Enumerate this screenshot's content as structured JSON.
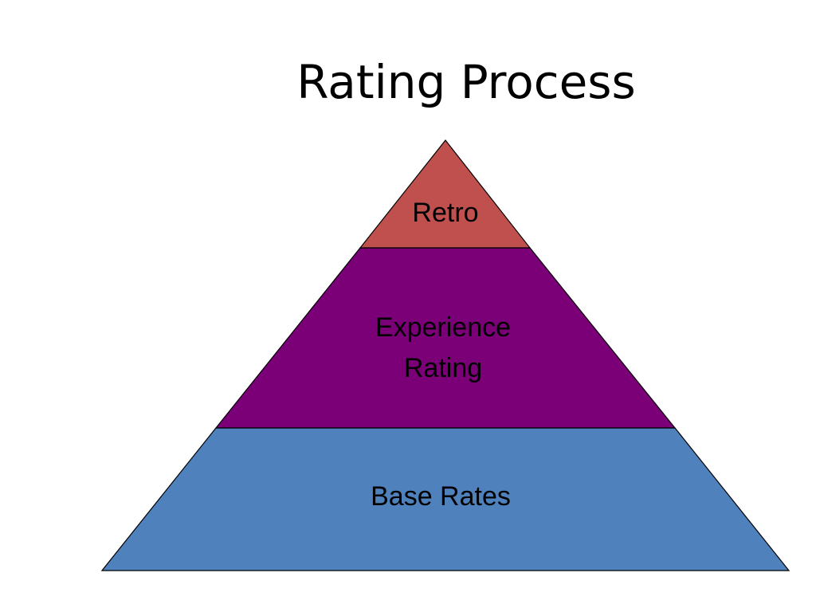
{
  "slide": {
    "title": "Rating Process"
  },
  "pyramid": {
    "tiers": [
      {
        "lines": [
          "Retro"
        ],
        "color": "#c0504d"
      },
      {
        "lines": [
          "Experience",
          "Rating"
        ],
        "color": "#7b0078"
      },
      {
        "lines": [
          "Base Rates"
        ],
        "color": "#4f81bd"
      }
    ]
  }
}
